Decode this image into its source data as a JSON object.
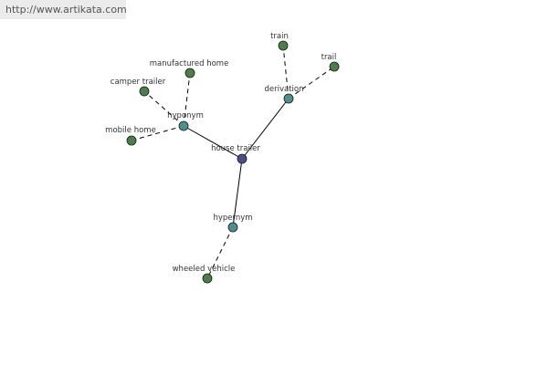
{
  "watermark": {
    "text": "http://www.artikata.com"
  },
  "colors": {
    "center": "#4a4f8a",
    "relation": "#4c8f8c",
    "leaf": "#4a7f48",
    "edge": "#000000"
  },
  "graph": {
    "nodes": [
      {
        "id": "house-trailer",
        "label": "house trailer",
        "kind": "center"
      },
      {
        "id": "hyponym",
        "label": "hyponym",
        "kind": "relation"
      },
      {
        "id": "derivation",
        "label": "derivation",
        "kind": "relation"
      },
      {
        "id": "hypernym",
        "label": "hypernym",
        "kind": "relation"
      },
      {
        "id": "camper-trailer",
        "label": "camper trailer",
        "kind": "leaf"
      },
      {
        "id": "manufactured-home",
        "label": "manufactured home",
        "kind": "leaf"
      },
      {
        "id": "mobile-home",
        "label": "mobile home",
        "kind": "leaf"
      },
      {
        "id": "train",
        "label": "train",
        "kind": "leaf"
      },
      {
        "id": "trail",
        "label": "trail",
        "kind": "leaf"
      },
      {
        "id": "wheeled-vehicle",
        "label": "wheeled vehicle",
        "kind": "leaf"
      }
    ],
    "edges": [
      {
        "from": "house-trailer",
        "to": "hyponym",
        "style": "solid"
      },
      {
        "from": "house-trailer",
        "to": "derivation",
        "style": "solid"
      },
      {
        "from": "house-trailer",
        "to": "hypernym",
        "style": "solid"
      },
      {
        "from": "hyponym",
        "to": "camper-trailer",
        "style": "dashed"
      },
      {
        "from": "hyponym",
        "to": "manufactured-home",
        "style": "dashed"
      },
      {
        "from": "hyponym",
        "to": "mobile-home",
        "style": "dashed"
      },
      {
        "from": "derivation",
        "to": "train",
        "style": "dashed"
      },
      {
        "from": "derivation",
        "to": "trail",
        "style": "dashed"
      },
      {
        "from": "hypernym",
        "to": "wheeled-vehicle",
        "style": "dashed"
      }
    ]
  }
}
